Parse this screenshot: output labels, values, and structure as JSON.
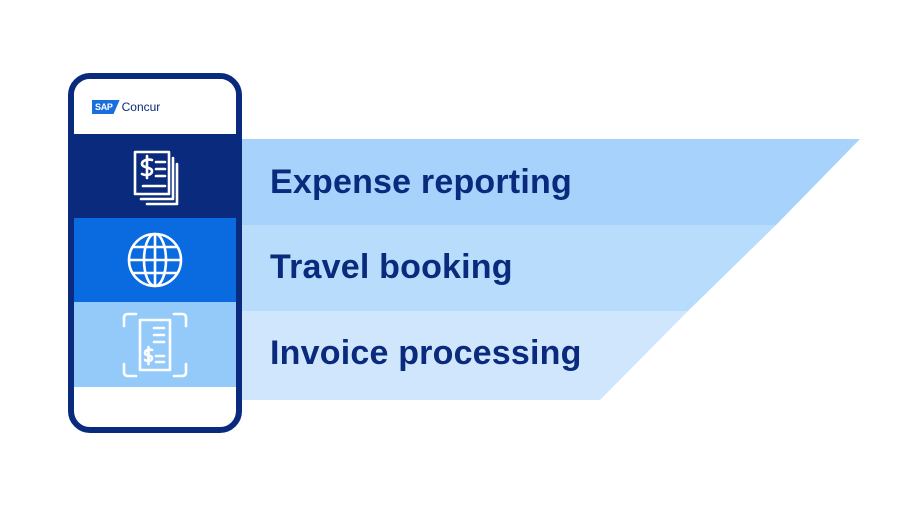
{
  "brand": {
    "sap": "SAP",
    "name": "Concur"
  },
  "features": [
    {
      "label": "Expense reporting",
      "icon": "expense-report-icon"
    },
    {
      "label": "Travel booking",
      "icon": "globe-icon"
    },
    {
      "label": "Invoice processing",
      "icon": "invoice-scan-icon"
    }
  ],
  "colors": {
    "navy": "#0a2a7d",
    "blue": "#0a6ae0",
    "light_blue": "#93caf9",
    "band_1": "#a6d2fb",
    "band_2": "#b8dcfc",
    "band_3": "#cfe6fd"
  }
}
